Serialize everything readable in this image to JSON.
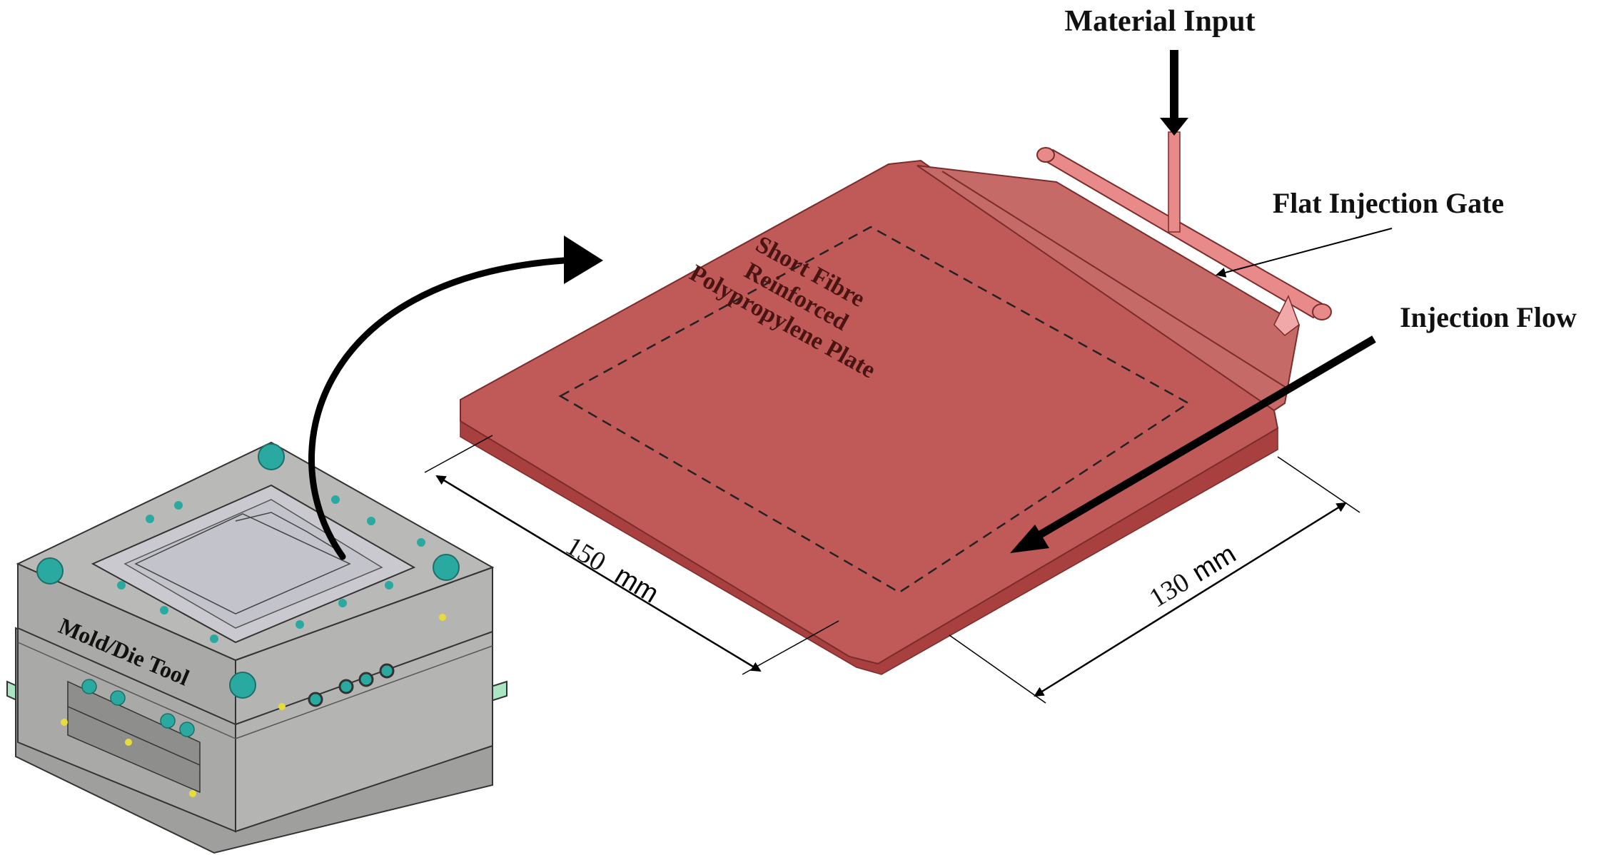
{
  "labels": {
    "material_input": "Material Input",
    "flat_injection_gate": "Flat Injection Gate",
    "injection_flow": "Injection Flow",
    "plate_line1": "Short Fibre",
    "plate_line2": "Reinforced",
    "plate_line3": "Polypropylene Plate",
    "mold_tool": "Mold/Die Tool"
  },
  "dimensions": {
    "length_value": "150",
    "length_unit": "mm",
    "width_value": "130",
    "width_unit": "mm"
  },
  "colors": {
    "plate": "#c05a58",
    "plate_edge": "#a8403f",
    "runner": "#e88a8a",
    "mold_body": "#a9aaa8",
    "mold_insert": "#c9c9cf",
    "mold_holes": "#2aa9a1",
    "mold_base": "#a9e6c2"
  }
}
